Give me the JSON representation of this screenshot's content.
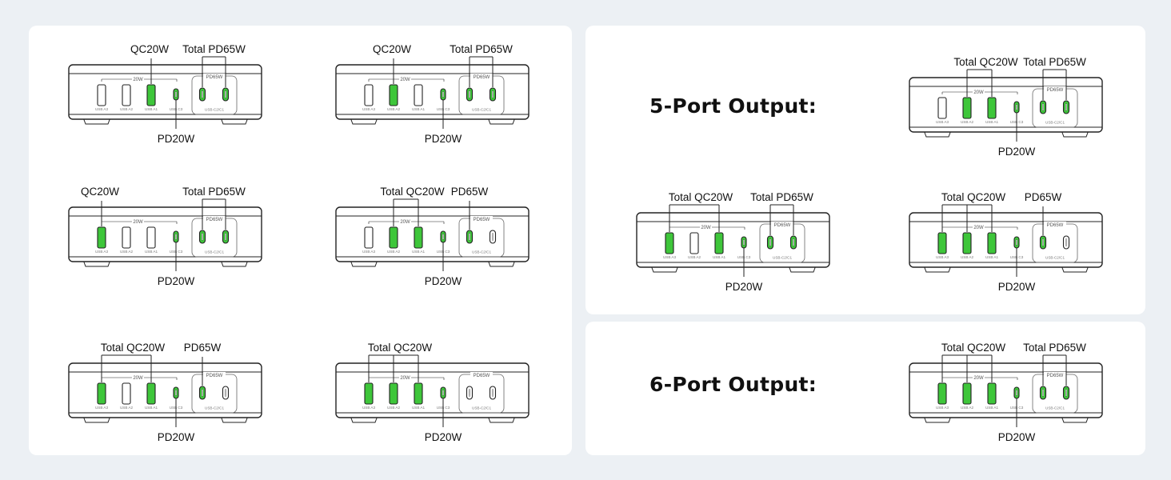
{
  "panels": {
    "five_port_title": "5-Port Output:",
    "six_port_title": "6-Port Output:"
  },
  "port_labels": {
    "usba3": "USB A3",
    "usba2": "USB A2",
    "usba1": "USB A1",
    "usbc3": "USB C3",
    "usbc21": "USB-C2/C1",
    "group_20w": "20W",
    "group_pd65w": "PD65W",
    "bottom": "PD20W"
  },
  "colors": {
    "active_port": "#3ec63a",
    "inactive_port": "#ffffff",
    "outline": "#222222",
    "panel": "#ffffff",
    "background": "#ecf0f4"
  },
  "diagrams": [
    {
      "id": "d1",
      "ports": [
        false,
        false,
        true,
        true,
        true,
        true
      ],
      "top_left": "QC20W",
      "top_right": "Total PD65W",
      "bottom": "PD20W"
    },
    {
      "id": "d2",
      "ports": [
        false,
        true,
        false,
        true,
        true,
        true
      ],
      "top_left": "QC20W",
      "top_right": "Total PD65W",
      "bottom": "PD20W"
    },
    {
      "id": "d3",
      "ports": [
        true,
        false,
        false,
        true,
        true,
        true
      ],
      "top_left": "QC20W",
      "top_right": "Total PD65W",
      "bottom": "PD20W"
    },
    {
      "id": "d4",
      "ports": [
        false,
        true,
        true,
        true,
        true,
        false
      ],
      "top_left": "Total QC20W",
      "top_right": "PD65W",
      "bottom": "PD20W"
    },
    {
      "id": "d5",
      "ports": [
        true,
        false,
        true,
        true,
        true,
        false
      ],
      "top_left": "Total QC20W",
      "top_right": "PD65W",
      "bottom": "PD20W"
    },
    {
      "id": "d6",
      "ports": [
        true,
        true,
        true,
        true,
        false,
        false
      ],
      "top_left": "Total QC20W",
      "top_right": "",
      "bottom": "PD20W"
    },
    {
      "id": "d7",
      "ports": [
        false,
        true,
        true,
        true,
        true,
        true
      ],
      "top_left": "Total QC20W",
      "top_right": "Total PD65W",
      "bottom": "PD20W"
    },
    {
      "id": "d8",
      "ports": [
        true,
        false,
        true,
        true,
        true,
        true
      ],
      "top_left": "Total QC20W",
      "top_right": "Total PD65W",
      "bottom": "PD20W"
    },
    {
      "id": "d9",
      "ports": [
        true,
        true,
        true,
        true,
        true,
        false
      ],
      "top_left": "Total QC20W",
      "top_right": "PD65W",
      "bottom": "PD20W"
    },
    {
      "id": "d10",
      "ports": [
        true,
        true,
        true,
        true,
        true,
        true
      ],
      "top_left": "Total QC20W",
      "top_right": "Total PD65W",
      "bottom": "PD20W"
    }
  ]
}
